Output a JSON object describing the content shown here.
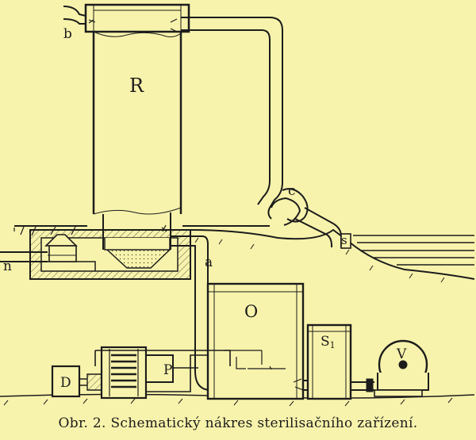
{
  "labels": {
    "b": "b",
    "R": "R",
    "c": "c",
    "s": "s",
    "n": "n",
    "a": "a",
    "O": "O",
    "S1_main": "S",
    "S1_sub": "1",
    "D": "D",
    "P": "P",
    "V": "V"
  },
  "caption": "Obr. 2. Schematický nákres sterilisačního zařízení.",
  "colors": {
    "paper": "#f8f3ac",
    "ink": "#1c1c1c"
  }
}
